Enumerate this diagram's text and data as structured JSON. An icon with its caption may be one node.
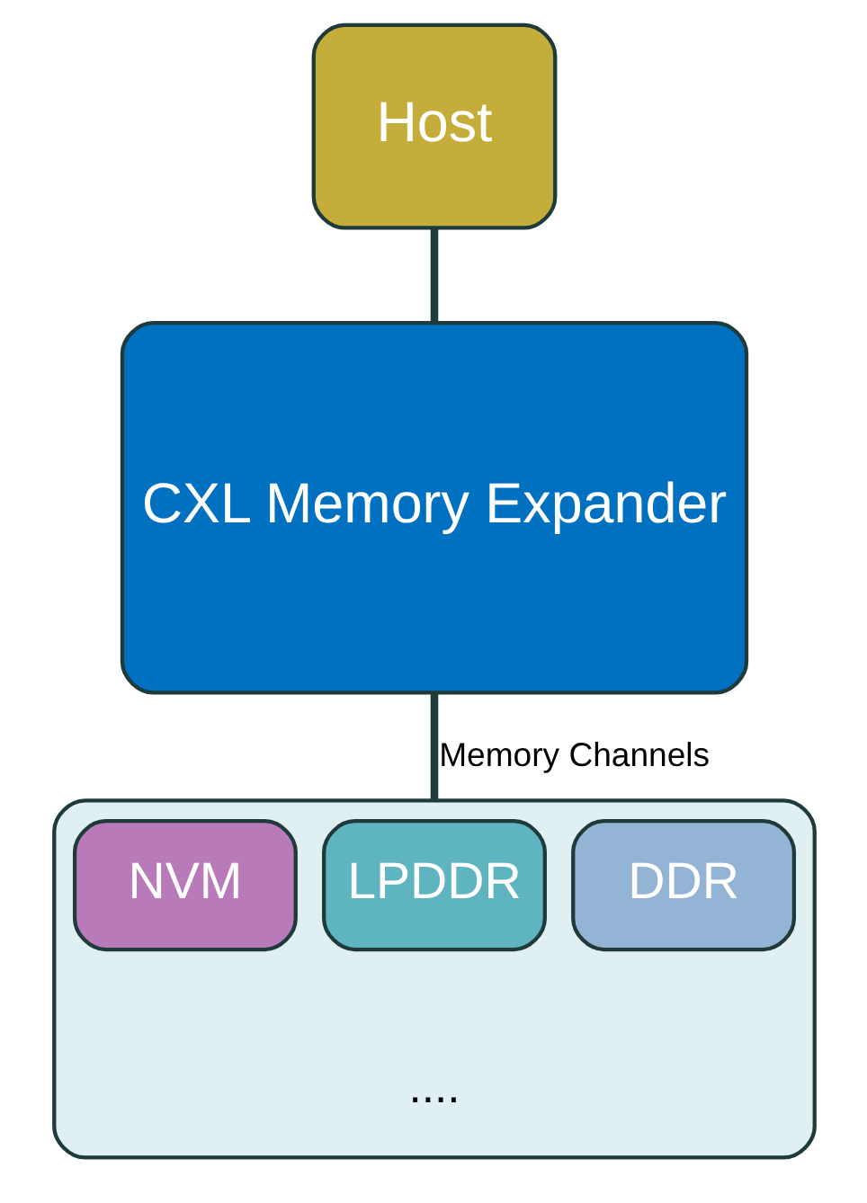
{
  "diagram": {
    "nodes": [
      {
        "text": [
          "Host"
        ]
      },
      {
        "text": [
          "CXL Memory Expander"
        ]
      },
      {
        "text": [],
        "shape": "box"
      },
      {
        "text": [
          "DDR"
        ],
        "in": 2
      },
      {
        "text": [
          "LPDDR"
        ],
        "in": 2
      },
      {
        "text": [
          "NVM"
        ],
        "in": 2
      }
    ],
    "edges": [
      {
        "from": 0,
        "to": 1,
        "arrow": "none"
      },
      {
        "from": 1,
        "to": 2,
        "arrow": "none",
        "label": "Memory Channels"
      }
    ],
    "labels": [
      "...."
    ]
  }
}
